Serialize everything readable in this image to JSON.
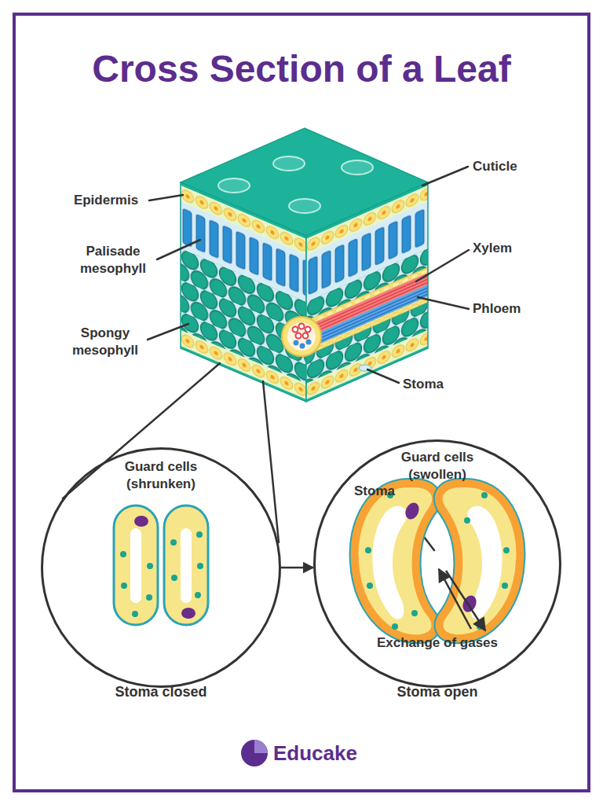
{
  "diagram": {
    "title": "Cross Section of a Leaf",
    "nodes": [
      {
        "text": [
          "Guard cells (shrunken)",
          "Stoma closed"
        ]
      },
      {
        "text": [
          "Guard cells (swollen)",
          "Stoma",
          "Exchange of gases",
          "Stoma open"
        ]
      }
    ],
    "edges": [
      {
        "from": 0,
        "to": 1,
        "arrow": "to"
      }
    ],
    "labels": [
      "Epidermis",
      "Palisade mesophyll",
      "Spongy mesophyll",
      "Cuticle",
      "Xylem",
      "Phloem",
      "Stoma",
      "Educake"
    ]
  }
}
